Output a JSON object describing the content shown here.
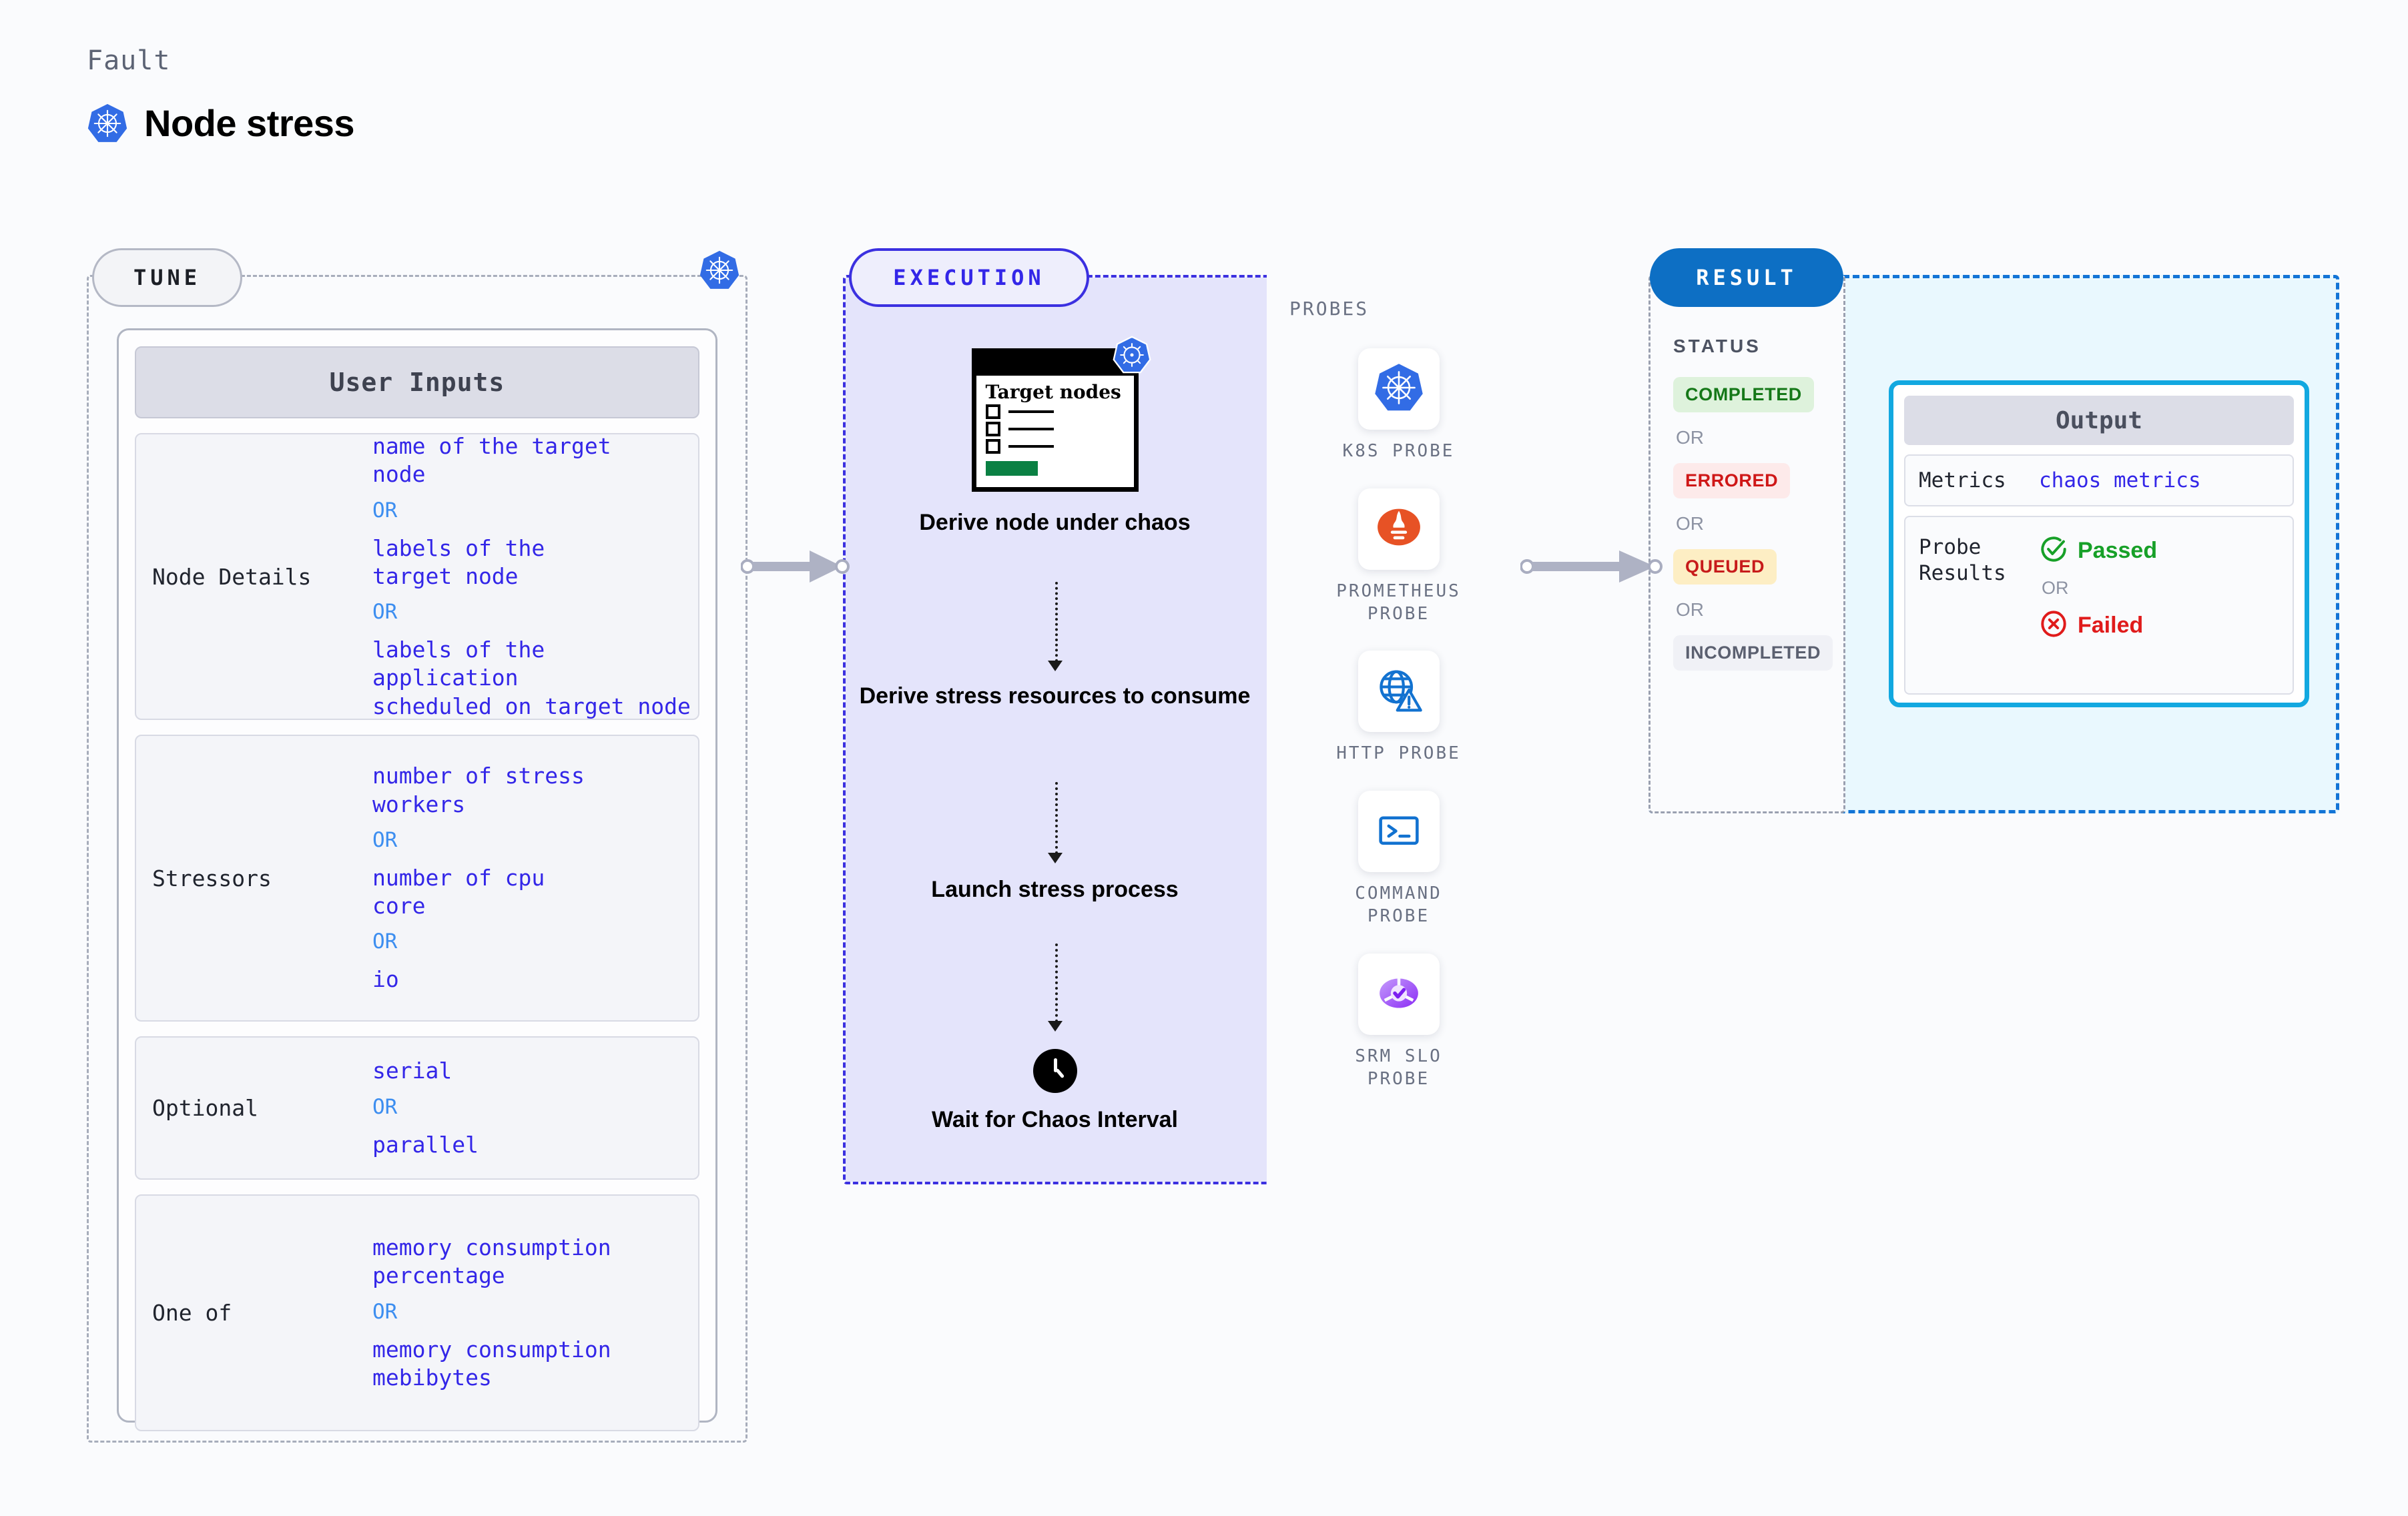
{
  "header": {
    "kicker": "Fault",
    "title": "Node stress",
    "icon": "kubernetes-icon"
  },
  "stages": {
    "tune": {
      "badge": "TUNE"
    },
    "execution": {
      "badge": "EXECUTION"
    },
    "result": {
      "badge": "RESULT"
    }
  },
  "tune": {
    "card_title": "User Inputs",
    "groups": [
      {
        "label": "Node Details",
        "items": [
          {
            "type": "value",
            "text": "name of the target\nnode"
          },
          {
            "type": "or",
            "text": "OR"
          },
          {
            "type": "value",
            "text": "labels of the\ntarget node"
          },
          {
            "type": "or",
            "text": "OR"
          },
          {
            "type": "value",
            "text": "labels of the application\n scheduled on target node"
          }
        ]
      },
      {
        "label": "Stressors",
        "items": [
          {
            "type": "value",
            "text": "number of stress\nworkers"
          },
          {
            "type": "or",
            "text": "OR"
          },
          {
            "type": "value",
            "text": "number of cpu\ncore"
          },
          {
            "type": "or",
            "text": "OR"
          },
          {
            "type": "value",
            "text": "io"
          }
        ]
      },
      {
        "label": "Optional",
        "items": [
          {
            "type": "value",
            "text": "serial"
          },
          {
            "type": "or",
            "text": "OR"
          },
          {
            "type": "value",
            "text": "parallel"
          }
        ]
      },
      {
        "label": "One of",
        "items": [
          {
            "type": "value",
            "text": "memory consumption\npercentage"
          },
          {
            "type": "or",
            "text": "OR"
          },
          {
            "type": "value",
            "text": "memory consumption\nmebibytes"
          }
        ]
      }
    ]
  },
  "execution": {
    "node_card": {
      "title": "Target\nnodes",
      "icon": "kubernetes-icon",
      "checkbox_rows": 3
    },
    "steps": [
      {
        "label": "Derive node under\nchaos",
        "icon": "target-nodes-window-icon"
      },
      {
        "label": "Derive stress\nresources to\nconsume"
      },
      {
        "label": "Launch stress\nprocess"
      },
      {
        "label": "Wait for Chaos\nInterval",
        "icon": "clock-icon"
      }
    ]
  },
  "probes": {
    "title": "PROBES",
    "items": [
      {
        "label": "K8S  PROBE",
        "icon": "kubernetes-icon"
      },
      {
        "label": "PROMETHEUS\nPROBE",
        "icon": "prometheus-icon"
      },
      {
        "label": "HTTP  PROBE",
        "icon": "http-globe-warning-icon"
      },
      {
        "label": "COMMAND\nPROBE",
        "icon": "terminal-icon"
      },
      {
        "label": "SRM  SLO\nPROBE",
        "icon": "srm-slo-icon"
      }
    ]
  },
  "result": {
    "status_title": "STATUS",
    "or_label": "OR",
    "statuses": [
      {
        "label": "COMPLETED",
        "bg": "#def2dc",
        "color": "#157818"
      },
      {
        "label": "ERRORED",
        "bg": "#fdeaea",
        "color": "#cf1717"
      },
      {
        "label": "QUEUED",
        "bg": "#fdeec4",
        "color": "#c71b1b"
      },
      {
        "label": "INCOMPLETED",
        "bg": "#f0f1f6",
        "color": "#5b6070"
      }
    ],
    "output": {
      "title": "Output",
      "metrics_label": "Metrics",
      "metrics_value": "chaos metrics",
      "probe_label": "Probe\nResults",
      "passed": {
        "label": "Passed",
        "color": "#17a028",
        "icon": "check-circle-icon"
      },
      "or_label": "OR",
      "failed": {
        "label": "Failed",
        "color": "#e01b1b",
        "icon": "x-circle-icon"
      }
    }
  },
  "colors": {
    "kubernetes_blue": "#326ce5",
    "execution_purple": "#3326e8",
    "result_blue": "#0d6fc4",
    "output_cyan": "#12a8e0",
    "value_blue": "#3326e8",
    "or_blue": "#3d8ef0"
  }
}
